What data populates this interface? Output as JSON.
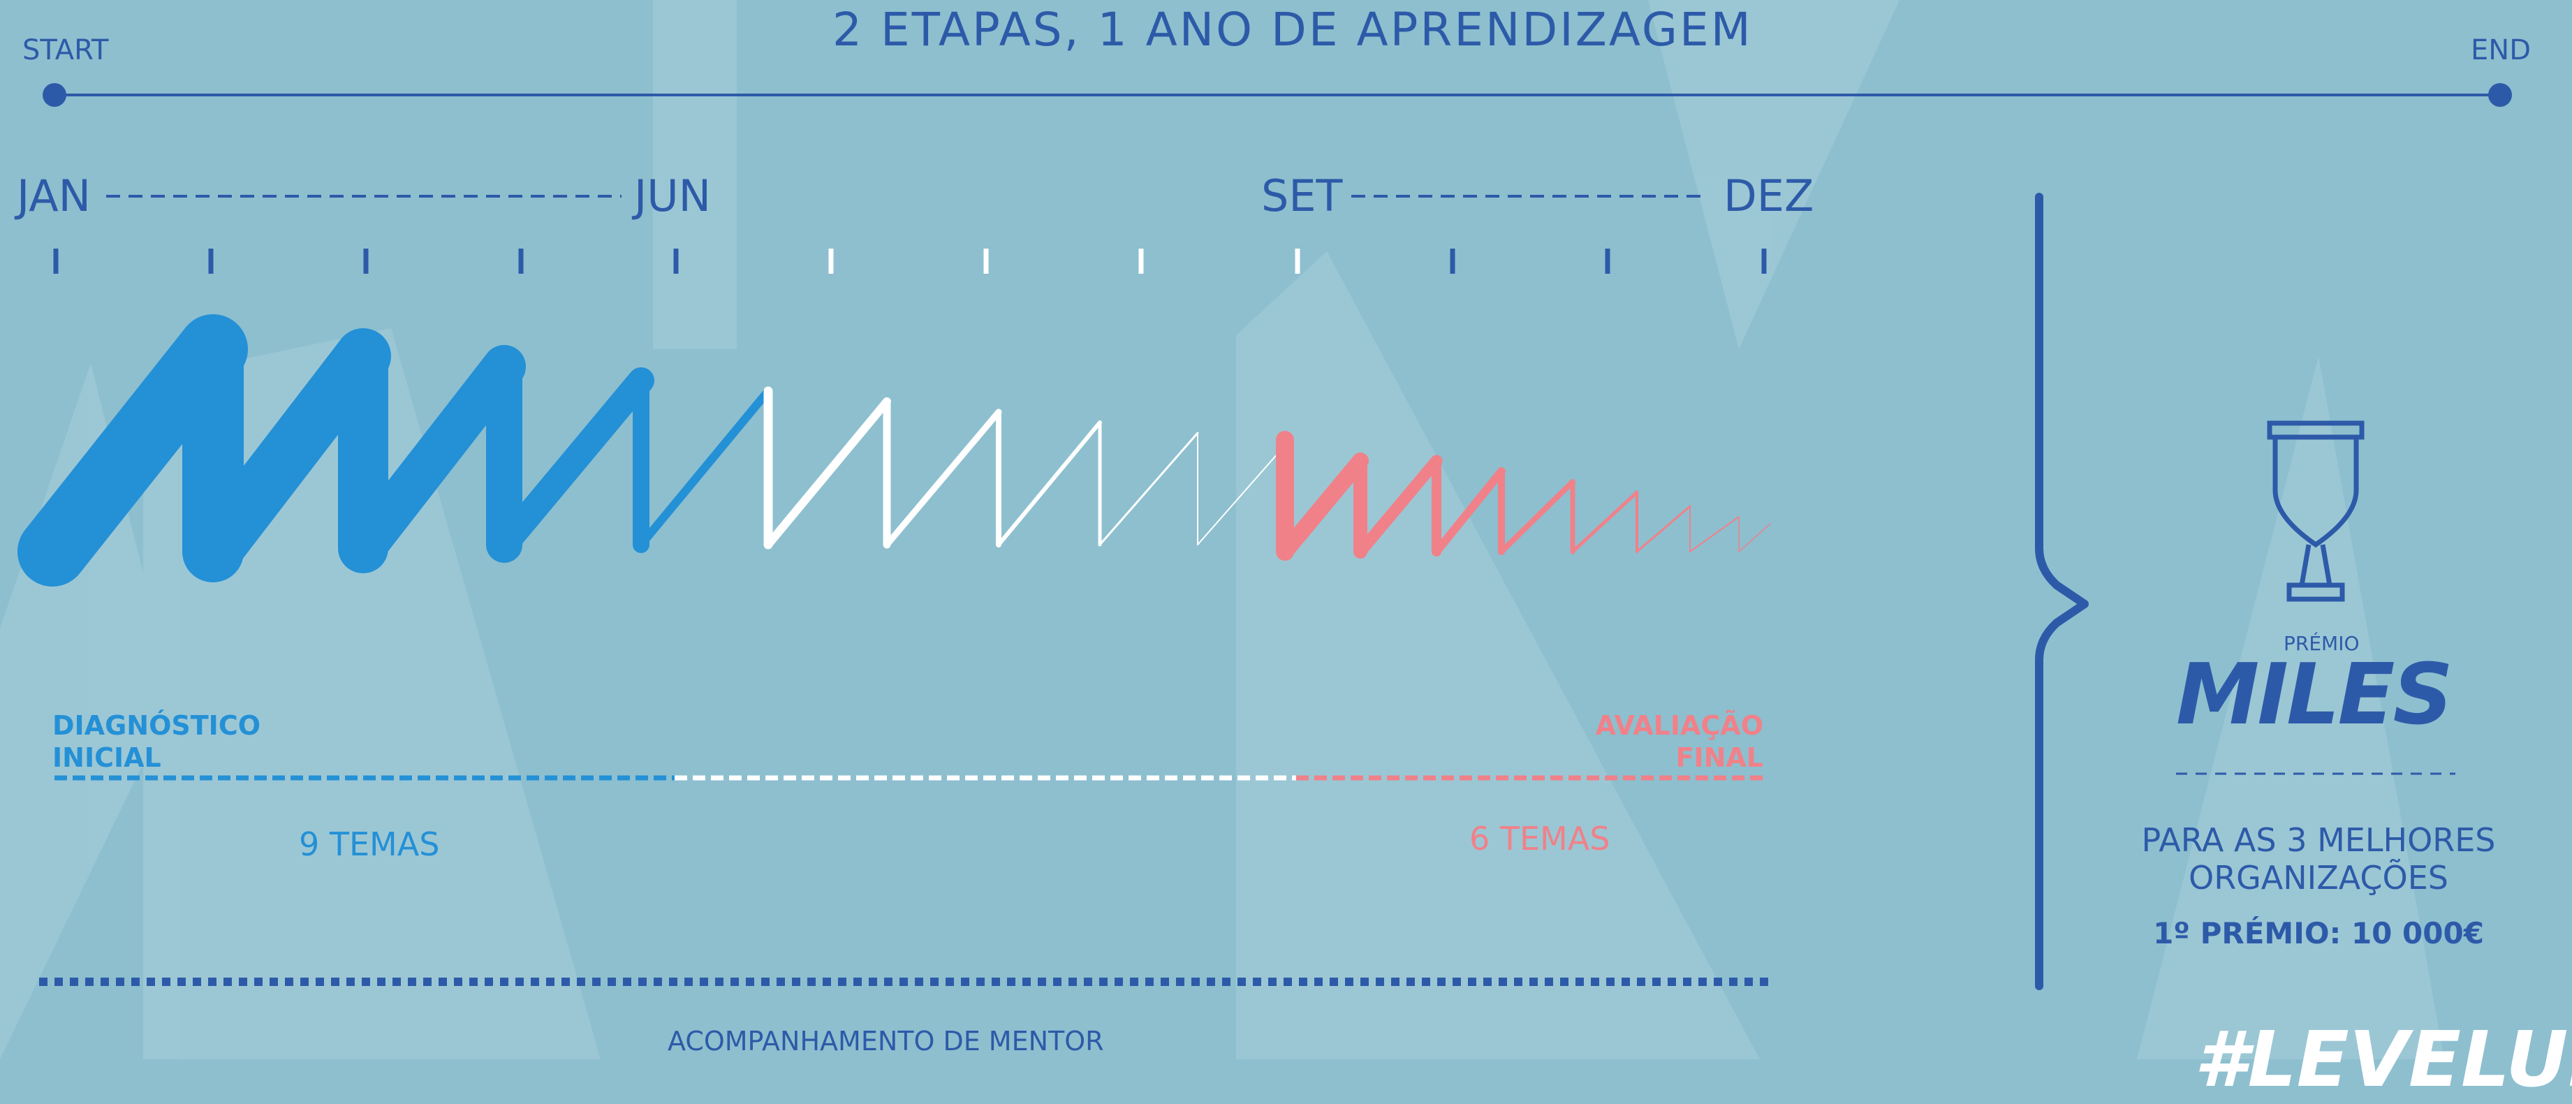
{
  "title": "2 ETAPAS, 1 ANO DE APRENDIZAGEM",
  "timeline": {
    "start_label": "START",
    "end_label": "END"
  },
  "months": {
    "jan": "JAN",
    "jun": "JUN",
    "set": "SET",
    "dez": "DEZ"
  },
  "stages": {
    "diagnostico": {
      "line1": "DIAGNÓSTICO",
      "line2": "INICIAL",
      "temas": "9 TEMAS",
      "color": "#2490d6"
    },
    "middle": {
      "color": "#ffffff"
    },
    "avaliacao": {
      "line1": "AVALIAÇÃO",
      "line2": "FINAL",
      "temas": "6 TEMAS",
      "color": "#f08189"
    }
  },
  "mentor": "ACOMPANHAMENTO DE MENTOR",
  "prize": {
    "premio_label": "PRÉMIO",
    "brand": "MILES",
    "target_line1": "PARA AS 3 MELHORES",
    "target_line2": "ORGANIZAÇÕES",
    "first_prize": "1º PRÉMIO: 10 000€",
    "icon": "trophy-icon"
  },
  "hashtag": "#LEVELUP",
  "colors": {
    "background": "#8dbfcf",
    "primary": "#2d5aa8",
    "blue": "#2490d6",
    "white": "#ffffff",
    "pink": "#f08189"
  }
}
